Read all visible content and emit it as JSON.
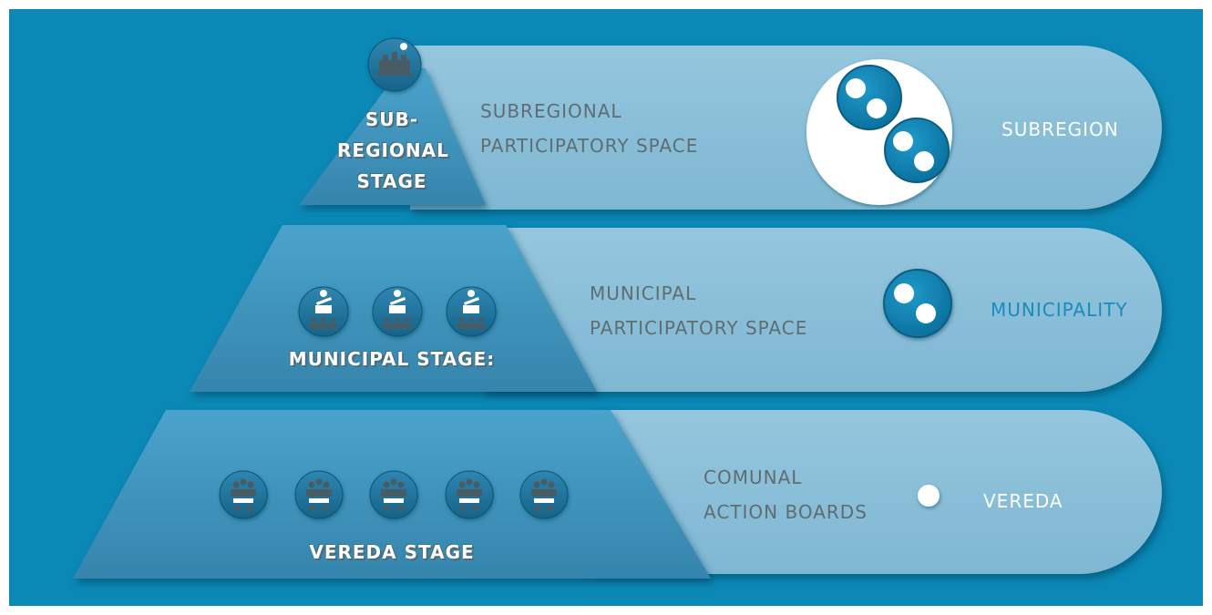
{
  "colors": {
    "background": "#0a88b6",
    "band": "#86bcd6",
    "pyramid": "#3d93bd",
    "icon_bubble": "#1c6f97",
    "icon_glyph": "#4a5b63",
    "label_text": "#5f6d72",
    "municipality_label": "#1a8bbf"
  },
  "tiers": [
    {
      "stage_lines": [
        "SUB-",
        "REGIONAL",
        "STAGE"
      ],
      "space_lines": [
        "SUBREGIONAL",
        "PARTICIPATORY SPACE"
      ],
      "level": "SUBREGION",
      "icon": "auditorium-icon"
    },
    {
      "stage_lines": [
        "MUNICIPAL STAGE:"
      ],
      "space_lines": [
        "MUNICIPAL",
        "PARTICIPATORY SPACE"
      ],
      "level": "MUNICIPALITY",
      "icon": "speaker-podium-icon",
      "icon_count": 3
    },
    {
      "stage_lines": [
        "VEREDA STAGE"
      ],
      "space_lines": [
        "COMUNAL",
        "ACTION BOARDS"
      ],
      "level": "VEREDA",
      "icon": "meeting-table-icon",
      "icon_count": 5
    }
  ]
}
